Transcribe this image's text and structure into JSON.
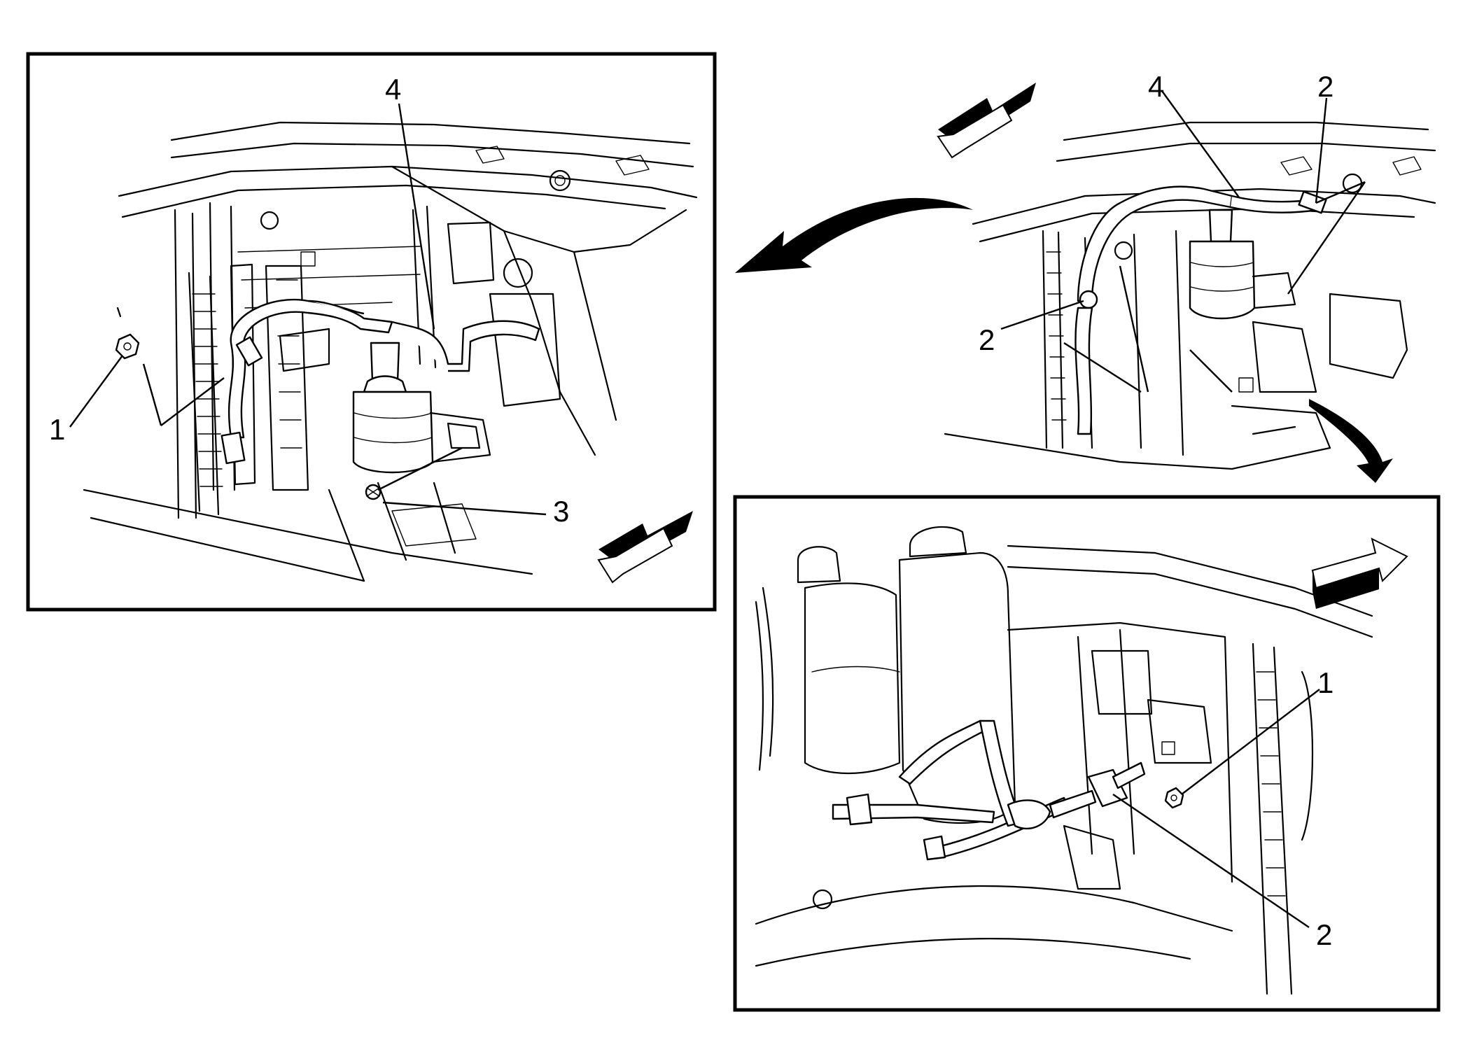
{
  "callouts": {
    "left": {
      "one": "1",
      "three": "3",
      "four": "4"
    },
    "top_right": {
      "two_top": "2",
      "two_left": "2",
      "four": "4"
    },
    "bottom_right": {
      "one": "1",
      "two": "2"
    }
  },
  "icons": {
    "direction_arrow": "forward-direction-arrow-icon",
    "transition_arrow": "view-transition-arrow-icon"
  },
  "colors": {
    "line": "#000000",
    "background": "#ffffff"
  }
}
